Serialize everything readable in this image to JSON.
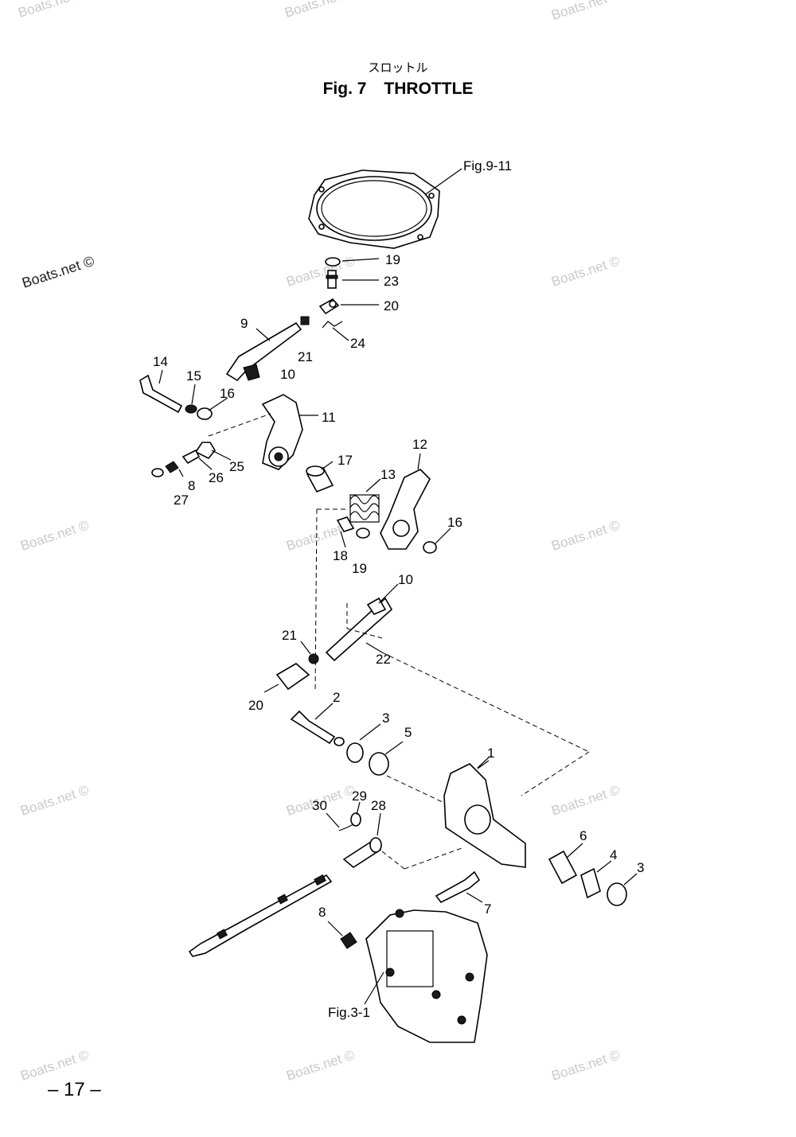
{
  "header": {
    "subtitle_jp": "スロットル",
    "fig_no": "Fig. 7",
    "fig_title": "THROTTLE"
  },
  "page_number": "– 17 –",
  "refs": {
    "top": "Fig.9-11",
    "bottom": "Fig.3-1"
  },
  "watermark": "Boats.net ©",
  "callouts": [
    "1",
    "2",
    "3",
    "3",
    "4",
    "5",
    "6",
    "7",
    "8",
    "8",
    "9",
    "10",
    "10",
    "11",
    "12",
    "13",
    "14",
    "15",
    "16",
    "16",
    "17",
    "18",
    "19",
    "19",
    "20",
    "20",
    "21",
    "21",
    "22",
    "23",
    "24",
    "25",
    "26",
    "27",
    "28",
    "29",
    "30"
  ]
}
